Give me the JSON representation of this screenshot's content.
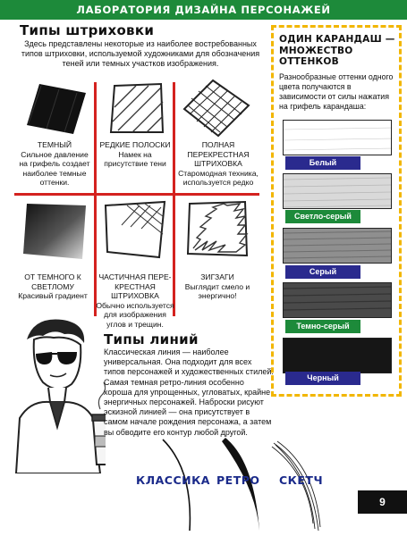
{
  "header": {
    "banner": "ЛАБОРАТОРИЯ ДИЗАЙНА ПЕРСОНАЖЕЙ"
  },
  "hatching": {
    "title": "Типы штриховки",
    "intro": "Здесь представлены некоторые из наиболее востребованных типов штриховки, используемой художниками для обозначения теней или темных участков изображения.",
    "items": [
      {
        "name": "ТЕМНЫЙ",
        "desc": "Сильное давление на грифель создает наиболее темные оттенки."
      },
      {
        "name": "РЕДКИЕ ПОЛОСКИ",
        "desc": "Намек на присутствие тени"
      },
      {
        "name": "ПОЛНАЯ ПЕРЕКРЕСТНАЯ ШТРИХОВКА",
        "desc": "Старомодная техника, используется редко"
      },
      {
        "name": "ОТ ТЕМНОГО К СВЕТЛОМУ",
        "desc": "Красивый градиент"
      },
      {
        "name": "ЧАСТИЧНАЯ ПЕРЕ-КРЕСТНАЯ ШТРИХОВКА",
        "desc": "Обычно используется для изображения углов и трещин."
      },
      {
        "name": "ЗИГЗАГИ",
        "desc": "Выглядит смело и энергично!"
      }
    ]
  },
  "sidebar": {
    "title": "Один карандаш — множество оттенков",
    "desc": "Разнообразные оттенки одного цвета получаются в зависимости от силы нажатия на грифель карандаша:",
    "shades": [
      {
        "label": "Белый",
        "color": "#2a2a8e"
      },
      {
        "label": "Светло-серый",
        "color": "#1d8a3a"
      },
      {
        "label": "Серый",
        "color": "#2a2a8e"
      },
      {
        "label": "Темно-серый",
        "color": "#1d8a3a"
      },
      {
        "label": "Черный",
        "color": "#2a2a8e"
      }
    ]
  },
  "lines": {
    "title": "Типы линий",
    "text": "Классическая линия — наиболее универсальная. Она подходит для всех типов персонажей и художественных стилей. Самая темная ретро-линия особенно хороша для упрощенных, угловатых, крайне энергичных персонажей. Наброски рисуют эскизной линией — она присутствует в самом начале рождения персонажа, а затем вы обводите его контур любой другой.",
    "labels": [
      "КЛАССИКА",
      "РЕТРО",
      "СКЕТЧ"
    ]
  },
  "page_number": "9",
  "colors": {
    "accent_green": "#1d8a3a",
    "accent_red": "#d4221f",
    "accent_yellow": "#f2b600",
    "label_blue": "#2a2a8e"
  }
}
